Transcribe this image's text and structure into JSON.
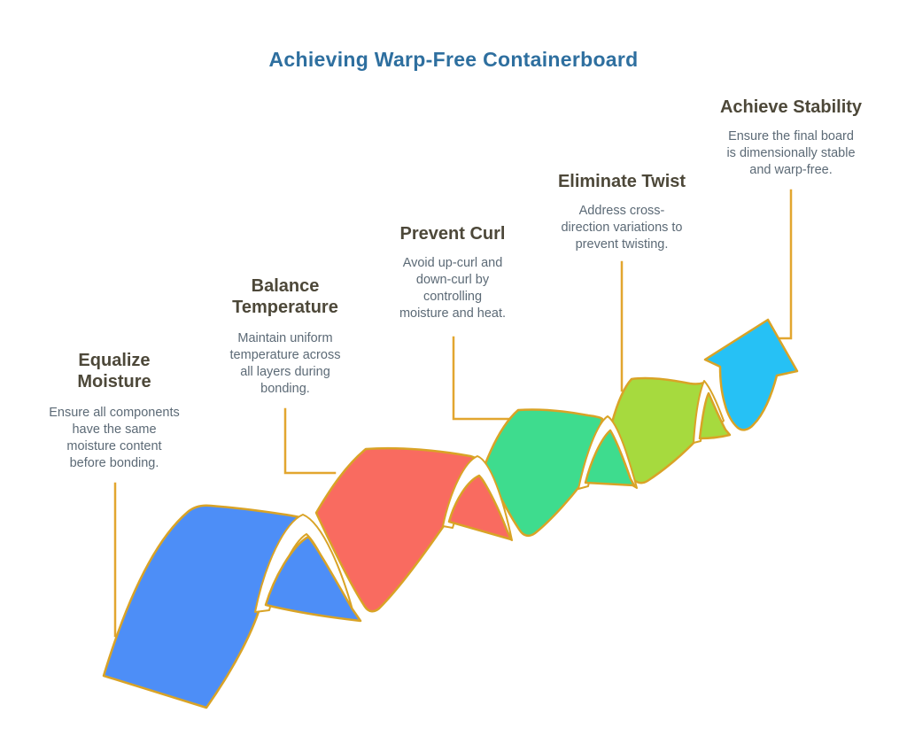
{
  "title": "Achieving Warp-Free Containerboard",
  "stages": [
    {
      "heading": "Equalize\nMoisture",
      "description": "Ensure all components\nhave the same\nmoisture content\nbefore bonding."
    },
    {
      "heading": "Balance\nTemperature",
      "description": "Maintain uniform\ntemperature across\nall layers during\nbonding."
    },
    {
      "heading": "Prevent Curl",
      "description": "Avoid up-curl and\ndown-curl by\ncontrolling\nmoisture and heat."
    },
    {
      "heading": "Eliminate Twist",
      "description": "Address cross-\ndirection variations to\nprevent twisting."
    },
    {
      "heading": "Achieve Stability",
      "description": "Ensure the final board\nis dimensionally stable\nand warp-free."
    }
  ],
  "colors": {
    "title": "#2E6F9F",
    "heading": "#4D4839",
    "body": "#5C6A76",
    "connector": "#E2A62F",
    "outline": "#D9A326",
    "fold": "#FFFFFF",
    "wave1": "#4D8EF7",
    "wave2": "#F96B60",
    "wave3": "#3EDC8E",
    "wave4": "#A6DA3E",
    "arrow": "#26C1F5"
  }
}
